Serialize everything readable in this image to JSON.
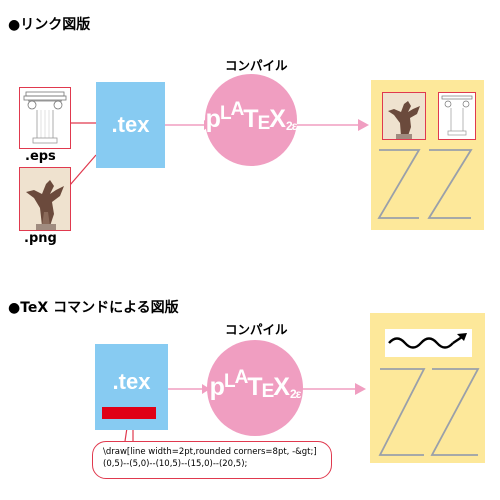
{
  "colors": {
    "tex_box": "#87cbf2",
    "compiler_circle": "#f09ec1",
    "output_page": "#fde89a",
    "border_red": "#e0394e",
    "arrow_pink": "#f09ec1",
    "glyph_gray": "#9aa0aa"
  },
  "section1": {
    "heading": "●リンク図版",
    "compile_label": "コンパイル",
    "tex_label": ".tex",
    "eps_label": ".eps",
    "png_label": ".png",
    "compiler": {
      "p": "p",
      "l": "L",
      "a": "A",
      "t": "T",
      "e": "E",
      "x": "X",
      "sub": "2ε"
    }
  },
  "section2": {
    "heading": "●TeX コマンドによる図版",
    "compile_label": "コンパイル",
    "tex_label": ".tex",
    "compiler": {
      "p": "p",
      "l": "L",
      "a": "A",
      "t": "T",
      "e": "E",
      "x": "X",
      "sub": "2ε"
    },
    "code_line1": "\\draw[line width=2pt,rounded corners=8pt, -&gt;]",
    "code_line2": "(0,5)--(5,0)--(10,5)--(15,0)--(20,5);"
  }
}
